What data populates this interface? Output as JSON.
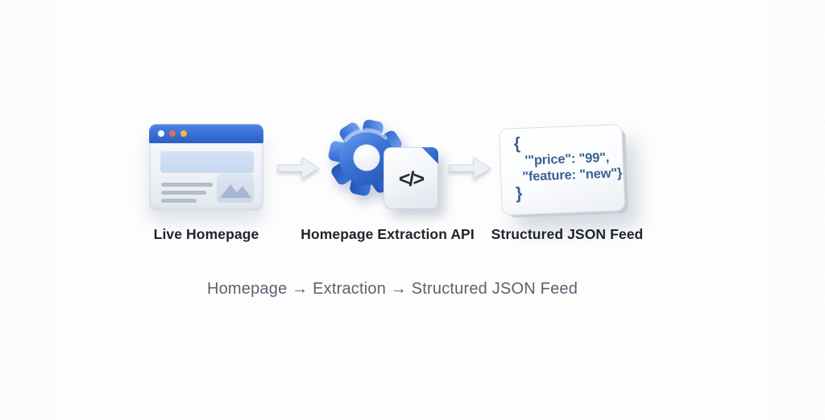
{
  "diagram": {
    "title_hidden": "",
    "nodes": [
      {
        "id": "live-homepage",
        "label": "Live Homepage",
        "icon": "browser-window-icon"
      },
      {
        "id": "homepage-extraction-api",
        "label": "Homepage Extraction API",
        "icon": "gear-code-document-icon",
        "code_glyph": "</>"
      },
      {
        "id": "structured-json-feed",
        "label": "Structured JSON Feed",
        "icon": "json-card-icon",
        "json_lines": [
          "{",
          "'\"price\": \"99\",",
          "\"feature: \"new\"}",
          "}"
        ]
      }
    ],
    "caption": "Homepage → Extraction → Structured JSON Feed",
    "colors": {
      "accent_blue": "#2f68cc",
      "browser_titlebar_blue": "#3468cf",
      "json_text_blue": "#3b6191",
      "label_text": "#20242c",
      "caption_text": "#5b6270",
      "arrow_fill": "#edf0f5",
      "background": "#fdfdfd"
    }
  }
}
